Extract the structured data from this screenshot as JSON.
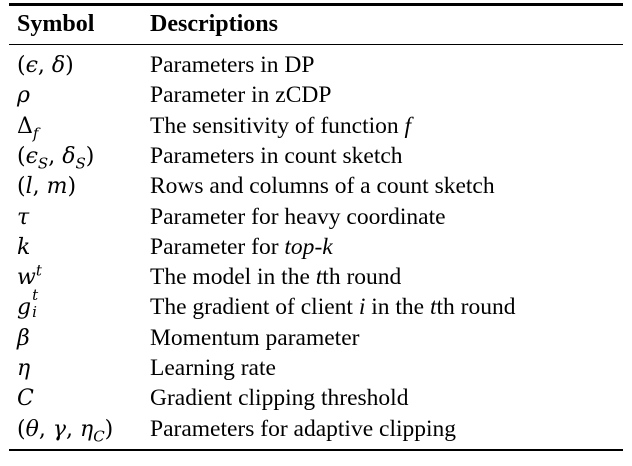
{
  "table": {
    "headers": {
      "symbol": "Symbol",
      "description": "Descriptions"
    },
    "rows": [
      {
        "symbol": "(ϵ, δ)",
        "description": "Parameters in DP"
      },
      {
        "symbol": "ρ",
        "description": "Parameter in zCDP"
      },
      {
        "symbol": "Δ_f",
        "description": "The sensitivity of function f"
      },
      {
        "symbol": "(ϵ_S, δ_S)",
        "description": "Parameters in count sketch"
      },
      {
        "symbol": "(l, m)",
        "description": "Rows and columns of a count sketch"
      },
      {
        "symbol": "τ",
        "description": "Parameter for heavy coordinate"
      },
      {
        "symbol": "k",
        "description": "Parameter for top-k"
      },
      {
        "symbol": "w^t",
        "description": "The model in the tth round"
      },
      {
        "symbol": "g_i^t",
        "description": "The gradient of client i in the tth round"
      },
      {
        "symbol": "β",
        "description": "Momentum parameter"
      },
      {
        "symbol": "η",
        "description": "Learning rate"
      },
      {
        "symbol": "C",
        "description": "Gradient clipping threshold"
      },
      {
        "symbol": "(θ, γ, η_C)",
        "description": "Parameters for adaptive clipping"
      }
    ]
  }
}
